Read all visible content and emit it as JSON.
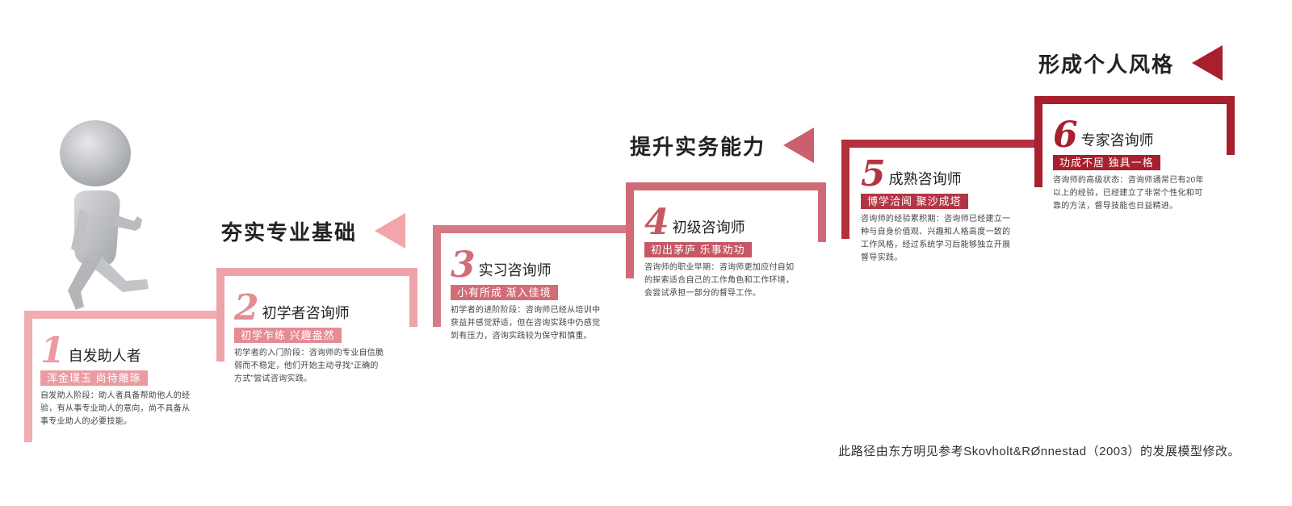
{
  "phases": [
    {
      "text": "夯实专业基础",
      "color": "#f2a5ab"
    },
    {
      "text": "提升实务能力",
      "color": "#c9606b"
    },
    {
      "text": "形成个人风格",
      "color": "#a81f2e"
    }
  ],
  "stages": [
    {
      "num": "1",
      "name": "自发助人者",
      "tag": "浑金璞玉 尚待雕琢",
      "desc": [
        "自发助人阶段：助人者具备帮助他人的经",
        "验，有从事专业助人的意向，尚不具备从",
        "事专业助人的必要技能。"
      ],
      "num_color": "#eb9aa2",
      "tag_color": "#eb9aa2"
    },
    {
      "num": "2",
      "name": "初学者咨询师",
      "tag": "初学乍练 兴趣盎然",
      "desc": [
        "初学者的入门阶段：咨询师的专业自信脆",
        "弱而不稳定，他们开始主动寻找“正确的",
        "方式”尝试咨询实践。"
      ],
      "num_color": "#e48c95",
      "tag_color": "#e48c95"
    },
    {
      "num": "3",
      "name": "实习咨询师",
      "tag": "小有所成 渐入佳境",
      "desc": [
        "初学者的进阶阶段：咨询师已经从培训中",
        "获益并感觉舒适，但在咨询实践中仍感觉",
        "到有压力，咨询实践较为保守和慎重。"
      ],
      "num_color": "#d26c77",
      "tag_color": "#d26c77"
    },
    {
      "num": "4",
      "name": "初级咨询师",
      "tag": "初出茅庐 乐事劝功",
      "desc": [
        "咨询师的职业早期：咨询师更加应付自如",
        "的探索适合自己的工作角色和工作环境，",
        "会尝试承担一部分的督导工作。"
      ],
      "num_color": "#c55864",
      "tag_color": "#c55864"
    },
    {
      "num": "5",
      "name": "成熟咨询师",
      "tag": "博学洽闻 聚沙成塔",
      "desc": [
        "咨询师的经验累积期：咨询师已经建立一",
        "种与自身价值观、兴趣和人格高度一致的",
        "工作风格，经过系统学习后能够独立开展",
        "督导实践。"
      ],
      "num_color": "#b33545",
      "tag_color": "#b33545"
    },
    {
      "num": "6",
      "name": "专家咨询师",
      "tag": "功成不居 独具一格",
      "desc": [
        "咨询师的高级状态：咨询师通常已有20年",
        "以上的经验，已经建立了非常个性化和可",
        "靠的方法，督导技能也日益精进。"
      ],
      "num_color": "#a81f2e",
      "tag_color": "#a81f2e"
    }
  ],
  "footnote": "此路径由东方明见参考Skovholt&RØnnestad（2003）的发展模型修改。"
}
